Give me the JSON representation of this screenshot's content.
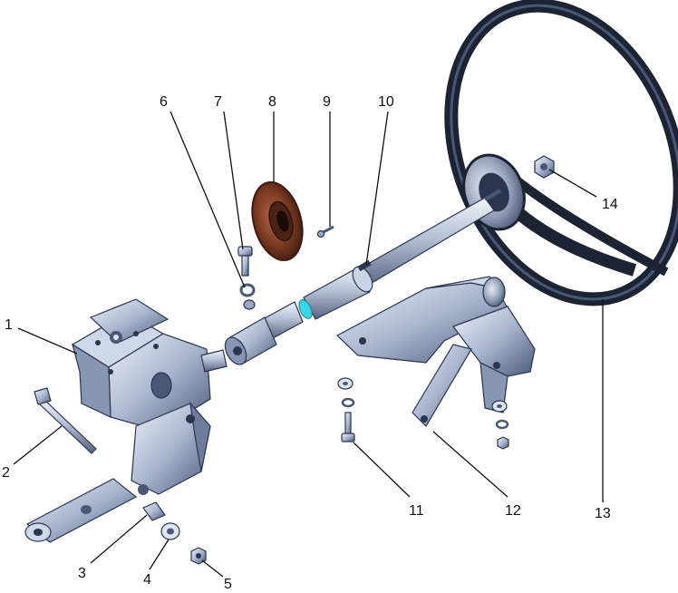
{
  "diagram": {
    "colors": {
      "steel_light": "#dfe6f2",
      "steel_mid": "#9aa8c4",
      "steel_dark": "#4a5878",
      "rubber": "#1c2433",
      "seal": "#7a3a22",
      "seal_dark": "#3e1a10",
      "highlight": "#38d6e6",
      "line": "#111111"
    },
    "callouts": [
      {
        "number": "1",
        "part": "steering-gear-housing"
      },
      {
        "number": "2",
        "part": "mounting-bolt"
      },
      {
        "number": "3",
        "part": "lock-plate"
      },
      {
        "number": "4",
        "part": "washer"
      },
      {
        "number": "5",
        "part": "nut"
      },
      {
        "number": "6",
        "part": "spring-washer"
      },
      {
        "number": "7",
        "part": "bolt"
      },
      {
        "number": "8",
        "part": "seal"
      },
      {
        "number": "9",
        "part": "screw"
      },
      {
        "number": "10",
        "part": "steering-shaft"
      },
      {
        "number": "11",
        "part": "bracket-bolt"
      },
      {
        "number": "12",
        "part": "steering-column-bracket"
      },
      {
        "number": "13",
        "part": "steering-wheel"
      },
      {
        "number": "14",
        "part": "wheel-nut"
      }
    ]
  }
}
